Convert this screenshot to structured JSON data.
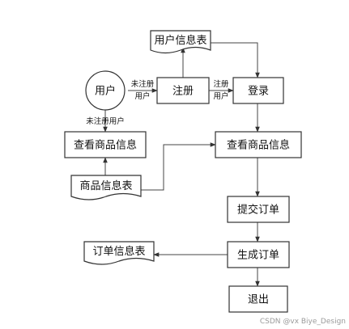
{
  "nodes": {
    "user": "用户",
    "user_info_table": "用户信息表",
    "register": "注册",
    "login": "登录",
    "browse_goods_left": "查看商品信息",
    "browse_goods_main": "查看商品信息",
    "goods_info_table": "商品信息表",
    "submit_order": "提交订单",
    "generate_order": "生成订单",
    "order_info_table": "订单信息表",
    "logout": "退出"
  },
  "edge_labels": {
    "unregistered_a": "未注册",
    "user_a": "用户",
    "registered_a": "注册",
    "user_b": "用户",
    "unregistered_user": "未注册用户"
  },
  "watermark": "CSDN @vx Biye_Design"
}
